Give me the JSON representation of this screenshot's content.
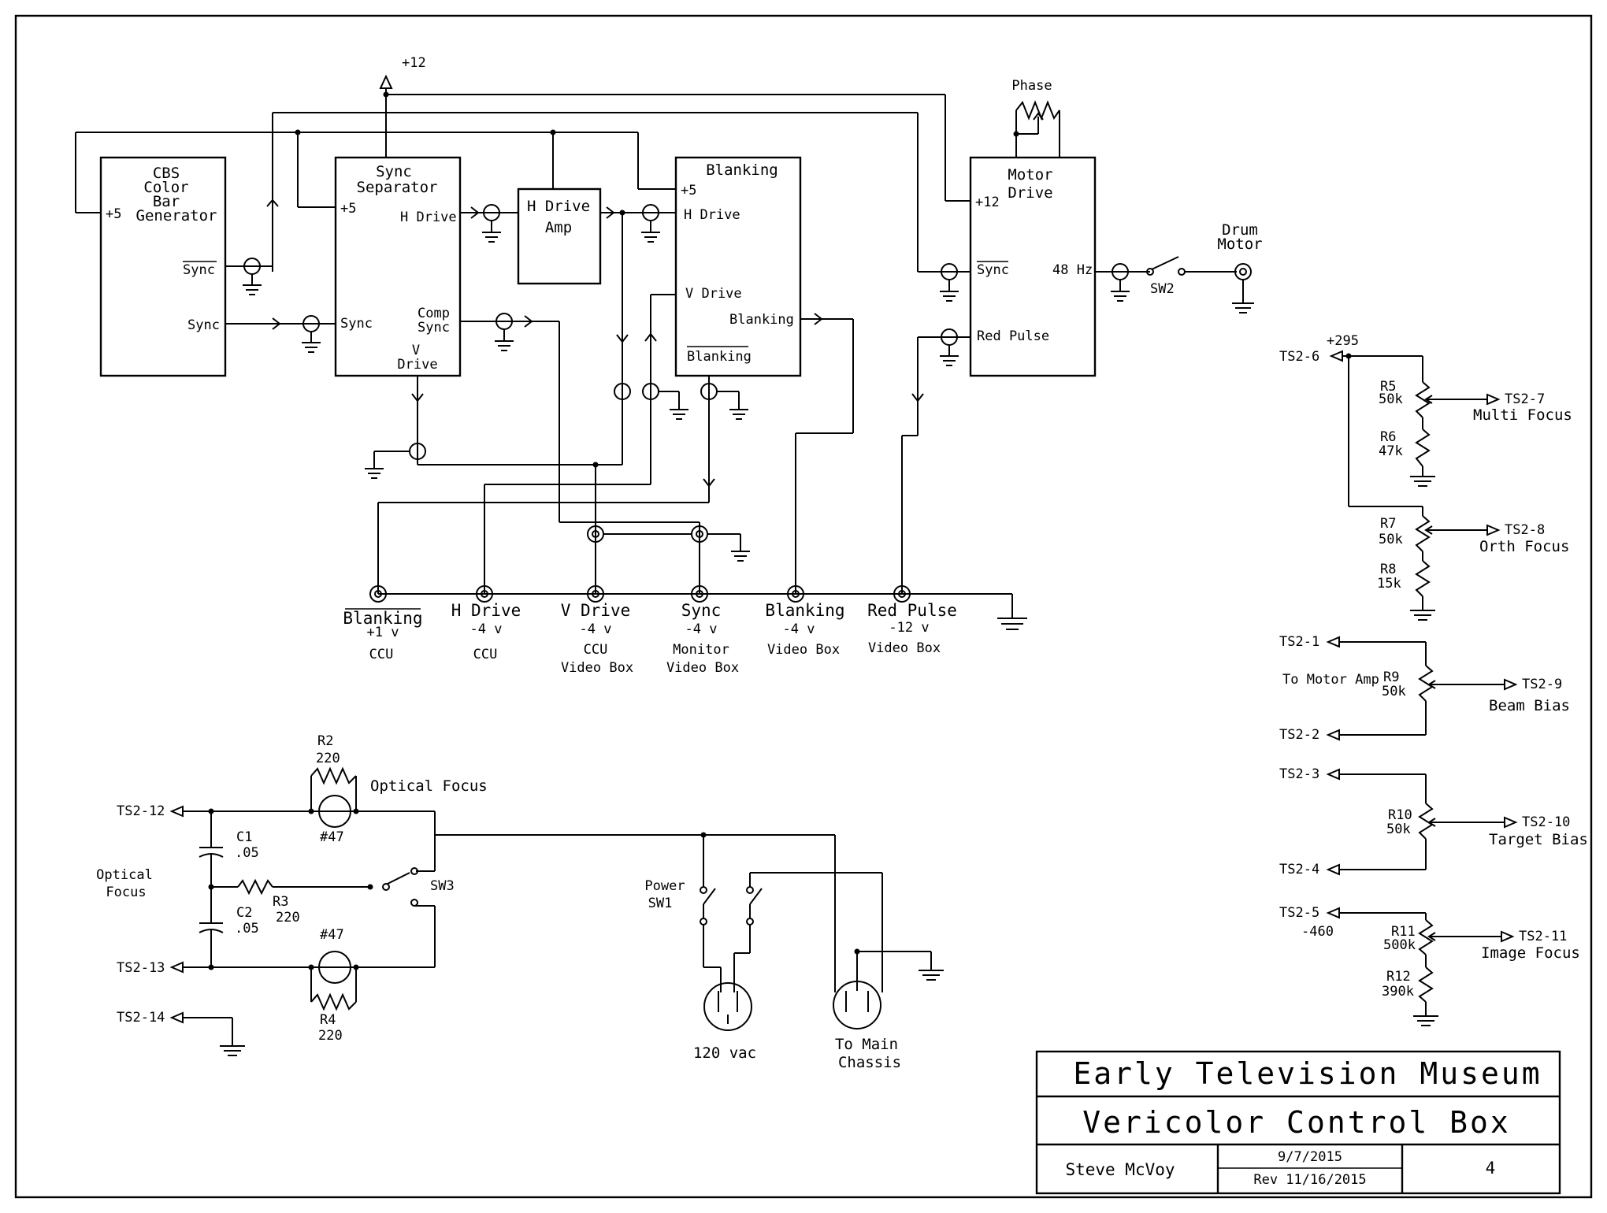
{
  "drawing": {
    "museum": "Early Television Museum",
    "title": "Vericolor Control Box",
    "author": "Steve McVoy",
    "date": "9/7/2015",
    "revision": "Rev 11/16/2015",
    "sheet": "4"
  },
  "blocks": {
    "cbs": {
      "lines": [
        "CBS",
        "Color",
        "Bar",
        "Generator"
      ],
      "plus5": "+5",
      "sync_bar": "Sync",
      "sync": "Sync"
    },
    "sync_sep": {
      "lines": [
        "Sync",
        "Separator"
      ],
      "plus5": "+5",
      "hdrive": "H Drive",
      "sync": "Sync",
      "comp": [
        "Comp",
        "Sync"
      ],
      "vdrive": [
        "V",
        "Drive"
      ]
    },
    "hamp": {
      "lines": [
        "H Drive",
        "Amp"
      ]
    },
    "blanking": {
      "title": "Blanking",
      "plus5": "+5",
      "hdrive": "H Drive",
      "vdrive": "V Drive",
      "blanking_out": "Blanking",
      "blanking_bar": "Blanking"
    },
    "motor": {
      "lines": [
        "Motor",
        "Drive"
      ],
      "plus12": "+12",
      "sync_bar": "Sync",
      "hz": "48 Hz",
      "red": "Red Pulse"
    }
  },
  "supply": {
    "plus12": "+12"
  },
  "phase": "Phase",
  "drum": [
    "Drum",
    "Motor"
  ],
  "sw2": "SW2",
  "outputs": [
    {
      "name": "Blanking",
      "level": "+1 v",
      "dest": [
        "CCU"
      ]
    },
    {
      "name": "H Drive",
      "level": "-4 v",
      "dest": [
        "CCU"
      ]
    },
    {
      "name": "V Drive",
      "level": "-4 v",
      "dest": [
        "CCU",
        "Video Box"
      ]
    },
    {
      "name": "Sync",
      "level": "-4 v",
      "dest": [
        "Monitor",
        "Video Box"
      ]
    },
    {
      "name": "Blanking",
      "level": "-4 v",
      "dest": [
        "Video Box"
      ]
    },
    {
      "name": "Red Pulse",
      "level": "-12 v",
      "dest": [
        "Video Box"
      ]
    }
  ],
  "focus": {
    "r5": [
      "R5",
      "50k"
    ],
    "r6": [
      "R6",
      "47k"
    ],
    "r7": [
      "R7",
      "50k"
    ],
    "r8": [
      "R8",
      "15k"
    ],
    "ts26": "TS2-6",
    "plus295": "+295",
    "ts27": "TS2-7",
    "multi": "Multi Focus",
    "ts28": "TS2-8",
    "orth": "Orth Focus"
  },
  "beam": {
    "ts21": "TS2-1",
    "ts22": "TS2-2",
    "motoramp": "To Motor Amp",
    "r9": [
      "R9",
      "50k"
    ],
    "ts29": "TS2-9",
    "label": "Beam Bias"
  },
  "target": {
    "ts23": "TS2-3",
    "ts24": "TS2-4",
    "r10": [
      "R10",
      "50k"
    ],
    "ts210": "TS2-10",
    "label": "Target Bias"
  },
  "image": {
    "ts25": "TS2-5",
    "minus460": "-460",
    "r11": [
      "R11",
      "500k"
    ],
    "r12": [
      "R12",
      "390k"
    ],
    "ts211": "TS2-11",
    "label": "Image Focus"
  },
  "optical": {
    "ts212": "TS2-12",
    "ts213": "TS2-13",
    "ts214": "TS2-14",
    "r2": [
      "R2",
      "220"
    ],
    "r3": [
      "R3",
      "220"
    ],
    "r4": [
      "R4",
      "220"
    ],
    "c1": [
      "C1",
      ".05"
    ],
    "c2": [
      "C2",
      ".05"
    ],
    "lamp1": "#47",
    "lamp2": "#47",
    "title": "Optical Focus",
    "side": [
      "Optical",
      "Focus"
    ],
    "sw3": "SW3"
  },
  "power": {
    "sw": [
      "Power",
      "SW1"
    ],
    "ac": "120 vac",
    "chassis": [
      "To Main",
      "Chassis"
    ]
  }
}
